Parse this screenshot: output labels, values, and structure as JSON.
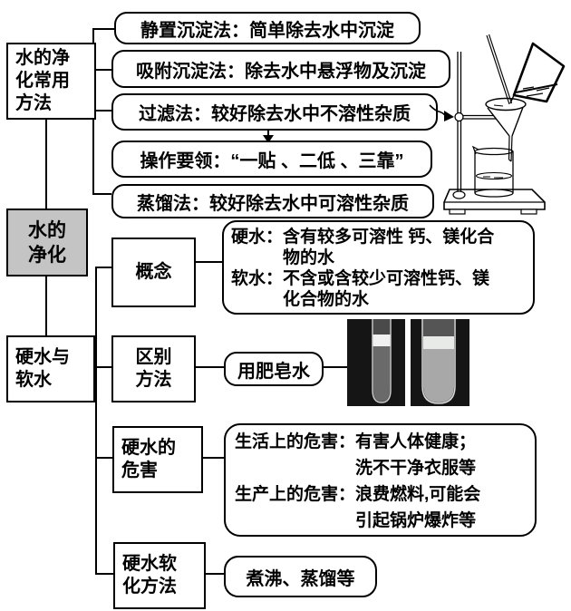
{
  "colors": {
    "line": "#000000",
    "background": "#ffffff",
    "node_fill": "#c4c4c4",
    "photo_background": "#151515"
  },
  "top_branch": {
    "label": "水的净\n化常用\n方法",
    "items": [
      {
        "text": "静置沉淀法：简单除去水中沉淀"
      },
      {
        "text": "吸附沉淀法：除去水中悬浮物及沉淀"
      },
      {
        "text": "过滤法：较好除去水中不溶性杂质"
      },
      {
        "text": "操作要领：“一贴 、二低 、三靠”"
      },
      {
        "text": "蒸馏法：较好除去水中可溶性杂质"
      }
    ]
  },
  "root": {
    "label": "水的\n净化"
  },
  "bottom_branch": {
    "label": "硬水与\n软水",
    "rows": [
      {
        "label": "概念",
        "content": {
          "terms": [
            {
              "term": "硬水：",
              "def": "含有较多可溶性 钙、镁化合\n物的水"
            },
            {
              "term": "软水：",
              "def": "不含或含较少可溶性钙、镁\n化合物的水"
            }
          ]
        }
      },
      {
        "label": "区别\n方法",
        "content": {
          "text": "用肥皂水"
        }
      },
      {
        "label": "硬水的\n危害",
        "content": {
          "terms": [
            {
              "term": "生活上的危害：",
              "def": "有害人体健康；\n洗不干净衣服等"
            },
            {
              "term": "生产上的危害：",
              "def": "浪费燃料,可能会\n引起锅炉爆炸等"
            }
          ]
        }
      },
      {
        "label": "硬水软\n化方法",
        "content": {
          "text": "煮沸、蒸馏等"
        }
      }
    ]
  }
}
